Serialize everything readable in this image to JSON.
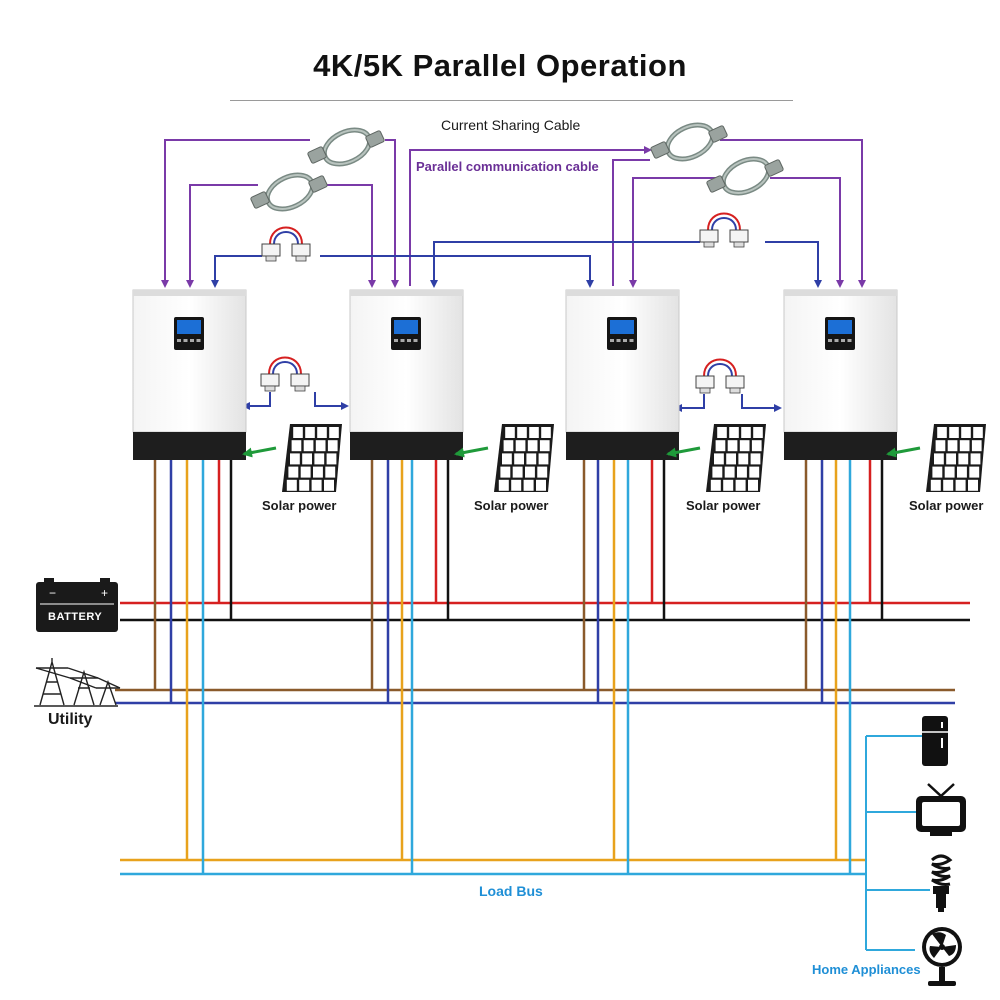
{
  "title": "4K/5K Parallel Operation",
  "labels": {
    "current_sharing_cable": "Current Sharing Cable",
    "parallel_communication_cable": "Parallel communication cable",
    "solar_power": "Solar power",
    "battery": "BATTERY",
    "utility": "Utility",
    "load_bus": "Load Bus",
    "home_appliances": "Home Appliances"
  },
  "inverters": [
    "inverter-1",
    "inverter-2",
    "inverter-3",
    "inverter-4"
  ],
  "appliances": [
    "fridge-icon",
    "tv-icon",
    "bulb-icon",
    "fan-icon"
  ],
  "colors": {
    "battery_positive": "#d62020",
    "battery_negative": "#111111",
    "utility_line": "#8a5a2b",
    "utility_neutral": "#2f3fa6",
    "load_line": "#e8a21c",
    "load_neutral": "#2fa8dc",
    "parallel_cable": "#7a3aa8",
    "current_sharing": "#2f3fa6",
    "solar_arrow": "#1f9a3a"
  }
}
